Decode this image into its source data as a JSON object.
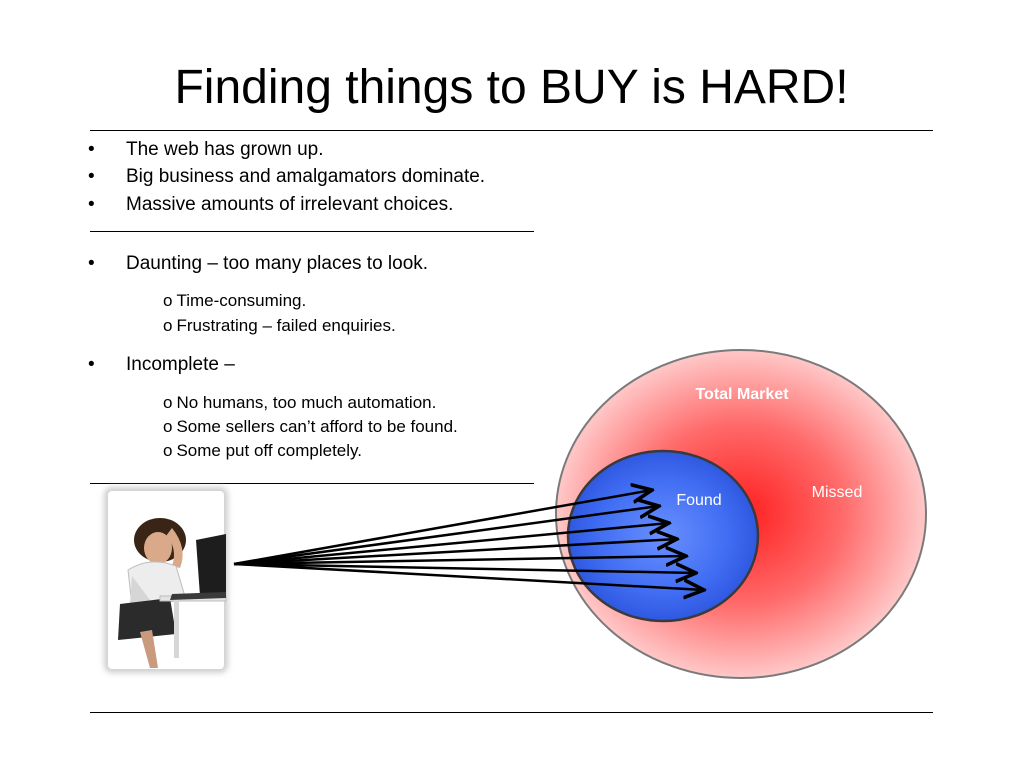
{
  "slide": {
    "title": "Finding things to BUY is HARD!",
    "group1": [
      "The web has grown up.",
      "Big business and amalgamators dominate.",
      "Massive amounts of irrelevant choices."
    ],
    "daunting": {
      "text": "Daunting – too many places to look.",
      "sub": [
        "Time-consuming.",
        "Frustrating – failed enquiries."
      ]
    },
    "incomplete": {
      "text": "Incomplete –",
      "sub": [
        "No humans, too much automation.",
        "Some sellers can’t afford to be found.",
        "Some put off completely."
      ]
    },
    "bullet_char": "•",
    "sub_bullet_char": "o"
  },
  "diagram": {
    "outer_label": "Total Market",
    "inner_label": "Found",
    "missed_label": "Missed",
    "arrow_count": 7,
    "colors": {
      "outer_fill": "#ff2a2a",
      "inner_fill": "#3f6cf2",
      "label_white": "#ffffff"
    },
    "photo_icon": "frustrated-woman-at-laptop"
  }
}
